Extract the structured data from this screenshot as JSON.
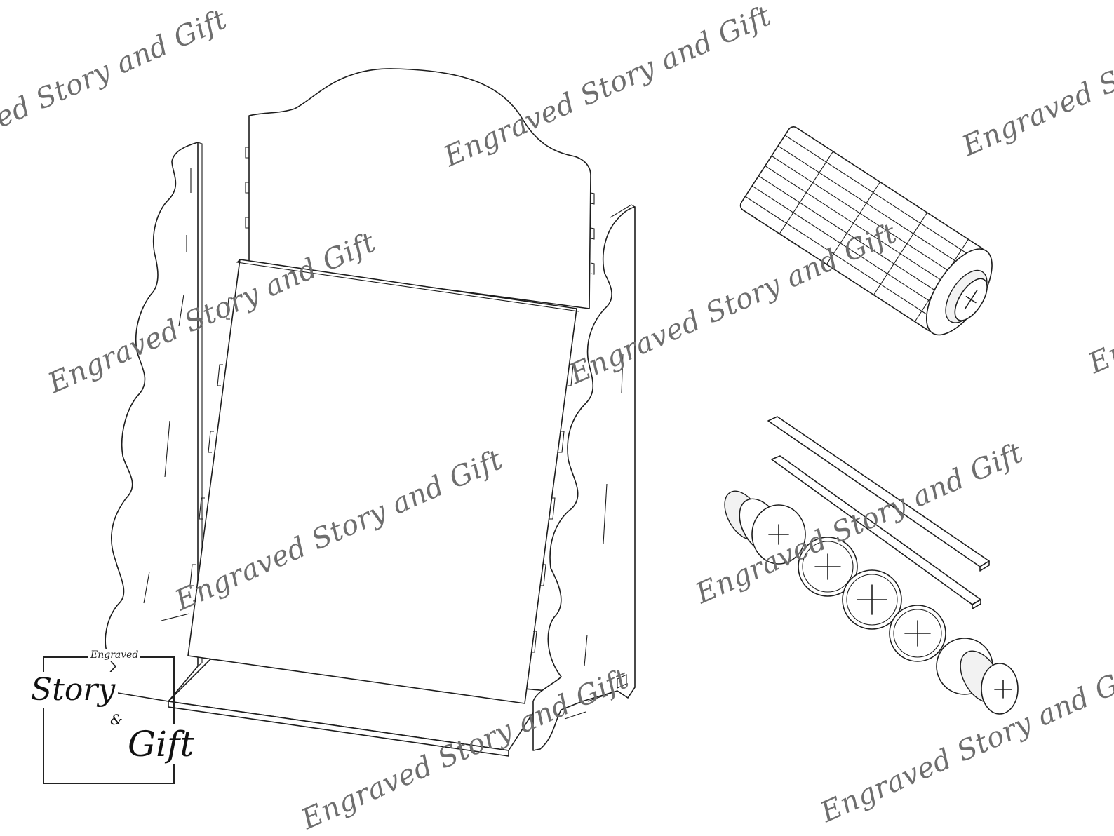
{
  "watermark": {
    "text": "Engraved Story and Gift",
    "color": "#6e6e6e"
  },
  "logo": {
    "small_text": "Engraved",
    "main_text": "Story",
    "ampersand": "&",
    "gift_text": "Gift"
  },
  "colors": {
    "line": "#1d1d1d",
    "background": "#ffffff"
  }
}
